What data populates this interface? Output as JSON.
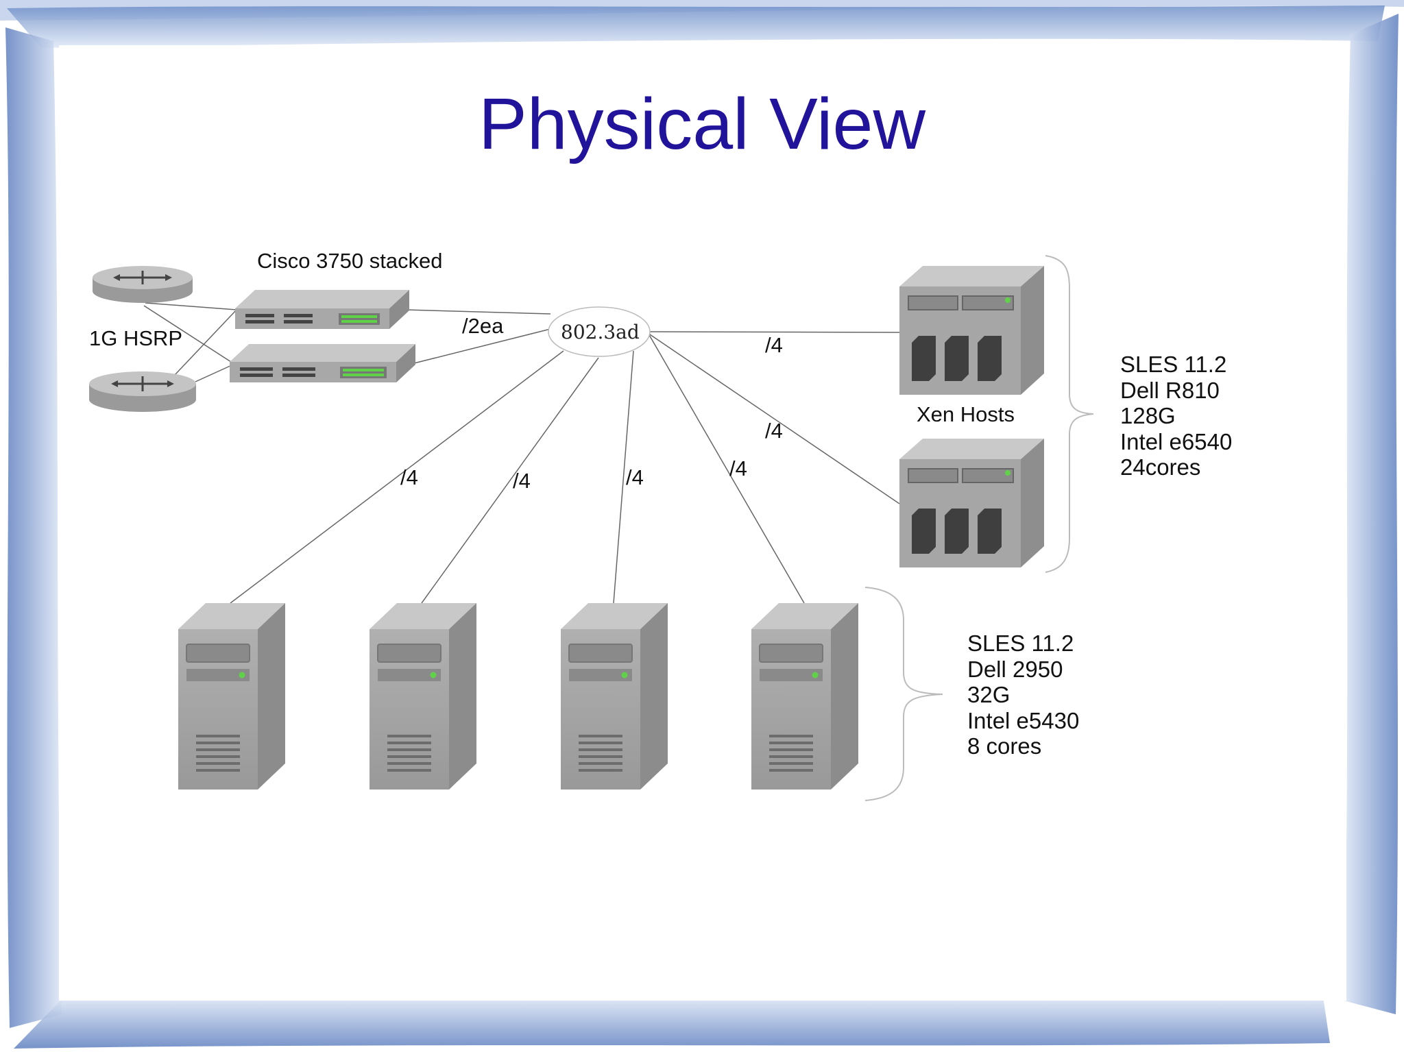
{
  "slide": {
    "title": "Physical View"
  },
  "colors": {
    "title": "#22139b",
    "frame": "#7f9cd0",
    "device": "#a3a3a3",
    "link": "#666666"
  },
  "network": {
    "switch_label": "Cisco 3750 stacked",
    "router_label": "1G HSRP",
    "uplink_label": "/2ea",
    "bond_label": "802.3ad",
    "link_label": "/4",
    "xen_label": "Xen Hosts"
  },
  "xen_hosts": {
    "spec": [
      "SLES 11.2",
      "Dell R810",
      "128G",
      "Intel e6540",
      "24cores"
    ]
  },
  "tower_servers": {
    "spec": [
      "SLES 11.2",
      "Dell 2950",
      "32G",
      "Intel e5430",
      "8 cores"
    ]
  },
  "icons": [
    "router-icon",
    "switch-icon",
    "rack-server-icon",
    "tower-server-icon"
  ]
}
